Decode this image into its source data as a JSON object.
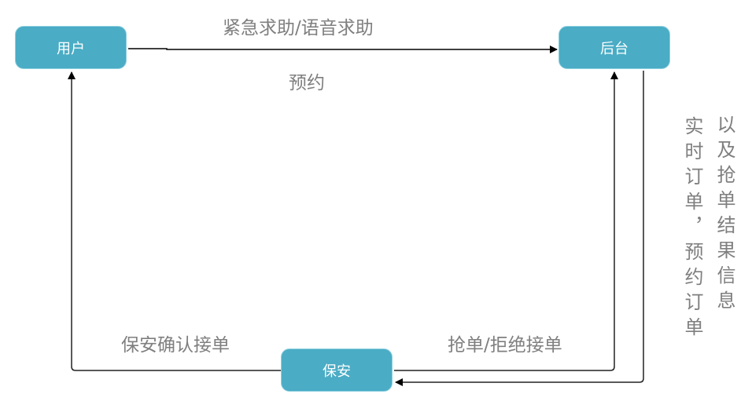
{
  "nodes": {
    "user": "用户",
    "backend": "后台",
    "guard": "保安"
  },
  "edges": {
    "user_to_backend_top": "紧急求助/语音求助",
    "user_to_backend_bottom": "预约",
    "guard_to_user": "保安确认接单",
    "guard_to_backend": "抢单/拒绝接单",
    "backend_to_guard_a": "实时订单，预约订单",
    "backend_to_guard_b": "以及抢单结果信息"
  }
}
